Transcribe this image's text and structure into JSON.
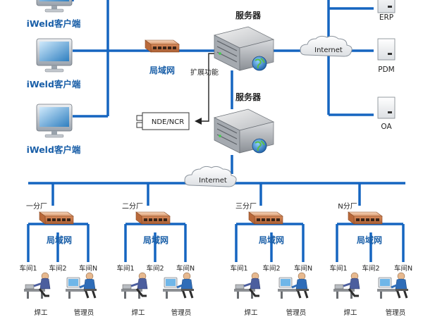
{
  "colors": {
    "link": "#1565c0",
    "label_blue": "#1a5fa8",
    "cloud": "#eef1f5"
  },
  "clients": {
    "label": "iWeld客户端"
  },
  "lan_label": "局域网",
  "server_label": "服务器",
  "extend_label": "扩展功能",
  "nde_label": "NDE/NCR",
  "internet_label": "Internet",
  "systems": [
    "ERP",
    "PDM",
    "OA"
  ],
  "branches": [
    {
      "name": "一分厂",
      "lan": "局域网",
      "workshops": [
        "车间1",
        "车间2",
        "车间N"
      ],
      "roles": [
        "焊工",
        "管理员"
      ]
    },
    {
      "name": "二分厂",
      "lan": "局域网",
      "workshops": [
        "车间1",
        "车间2",
        "车间N"
      ],
      "roles": [
        "焊工",
        "管理员"
      ]
    },
    {
      "name": "三分厂",
      "lan": "局域网",
      "workshops": [
        "车间1",
        "车间2",
        "车间N"
      ],
      "roles": [
        "焊工",
        "管理员"
      ]
    },
    {
      "name": "N分厂",
      "lan": "局域网",
      "workshops": [
        "车间1",
        "车间2",
        "车间N"
      ],
      "roles": [
        "焊工",
        "管理员"
      ]
    }
  ]
}
